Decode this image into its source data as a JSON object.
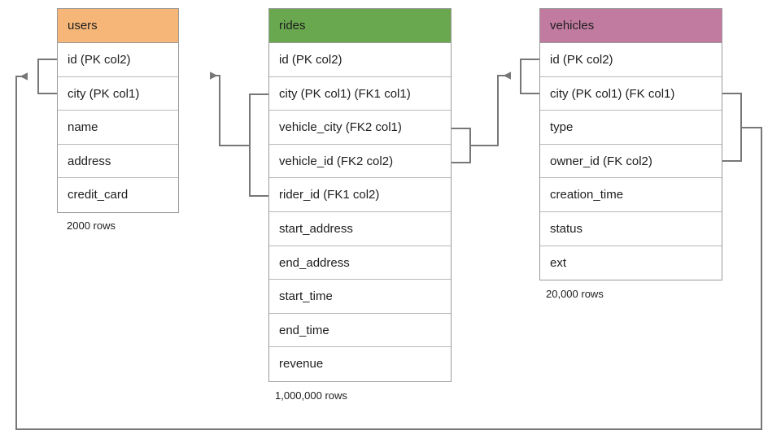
{
  "diagram": {
    "title": "Database schema relationship diagram",
    "background_color": "#ffffff",
    "line_color": "#777777"
  },
  "tables": [
    {
      "name": "users",
      "header_label": "users",
      "header_color": "#f5b678",
      "row_count_label": "2000 rows",
      "columns": [
        {
          "label": "id (PK col2)"
        },
        {
          "label": "city (PK col1)"
        },
        {
          "label": "name"
        },
        {
          "label": "address"
        },
        {
          "label": "credit_card"
        }
      ]
    },
    {
      "name": "rides",
      "header_label": "rides",
      "header_color": "#69a84f",
      "row_count_label": "1,000,000 rows",
      "columns": [
        {
          "label": "id (PK col2)"
        },
        {
          "label": "city (PK col1) (FK1 col1)"
        },
        {
          "label": "vehicle_city (FK2 col1)"
        },
        {
          "label": "vehicle_id (FK2 col2)"
        },
        {
          "label": "rider_id (FK1 col2)"
        },
        {
          "label": "start_address"
        },
        {
          "label": "end_address"
        },
        {
          "label": "start_time"
        },
        {
          "label": "end_time"
        },
        {
          "label": "revenue"
        }
      ]
    },
    {
      "name": "vehicles",
      "header_label": "vehicles",
      "header_color": "#c27ba0",
      "row_count_label": "20,000 rows",
      "columns": [
        {
          "label": "id (PK col2)"
        },
        {
          "label": "city (PK col1) (FK col1)"
        },
        {
          "label": "type"
        },
        {
          "label": "owner_id (FK col2)"
        },
        {
          "label": "creation_time"
        },
        {
          "label": "status"
        },
        {
          "label": "ext"
        }
      ]
    }
  ],
  "relationships": [
    {
      "name": "rides-fk1-to-users",
      "from_table": "rides",
      "from_columns": [
        "city (PK col1) (FK1 col1)",
        "rider_id (FK1 col2)"
      ],
      "to_table": "users",
      "to_columns": [
        "id (PK col2)",
        "city (PK col1)"
      ],
      "arrow": "left"
    },
    {
      "name": "rides-fk2-to-vehicles",
      "from_table": "rides",
      "from_columns": [
        "vehicle_city (FK2 col1)",
        "vehicle_id (FK2 col2)"
      ],
      "to_table": "vehicles",
      "to_columns": [
        "id (PK col2)",
        "city (PK col1) (FK col1)"
      ],
      "arrow": "right"
    },
    {
      "name": "vehicles-fk-to-users",
      "from_table": "vehicles",
      "from_columns": [
        "city (PK col1) (FK col1)",
        "owner_id (FK col2)"
      ],
      "to_table": "users",
      "to_columns": [
        "id (PK col2)",
        "city (PK col1)"
      ],
      "arrow": "left"
    }
  ]
}
